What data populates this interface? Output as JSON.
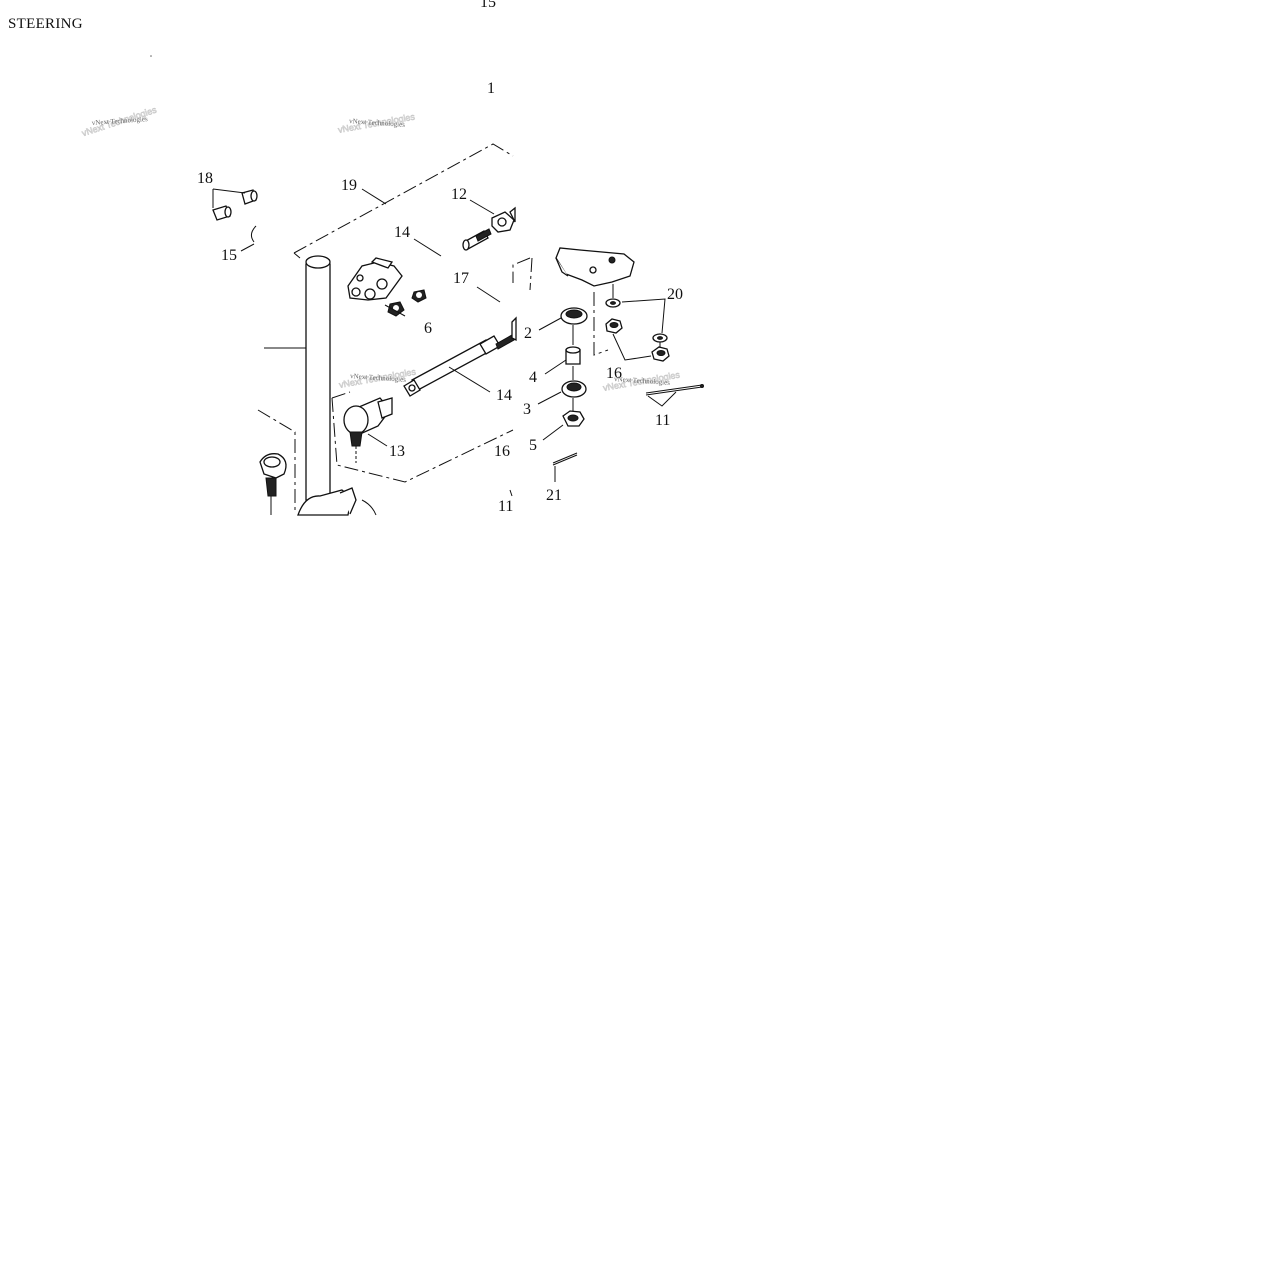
{
  "title": "STEERING",
  "watermark": "vNext Technologies",
  "callouts": {
    "c15_top": "15",
    "c1": "1",
    "c18": "18",
    "c19": "19",
    "c12": "12",
    "c14_top": "14",
    "c15_left": "15",
    "c17": "17",
    "c20": "20",
    "c6": "6",
    "c2": "2",
    "c16_right": "16",
    "c4": "4",
    "c14_mid": "14",
    "c3": "3",
    "c11_right": "11",
    "c13": "13",
    "c5": "5",
    "c16_low": "16",
    "c21": "21",
    "c11_low": "11"
  }
}
